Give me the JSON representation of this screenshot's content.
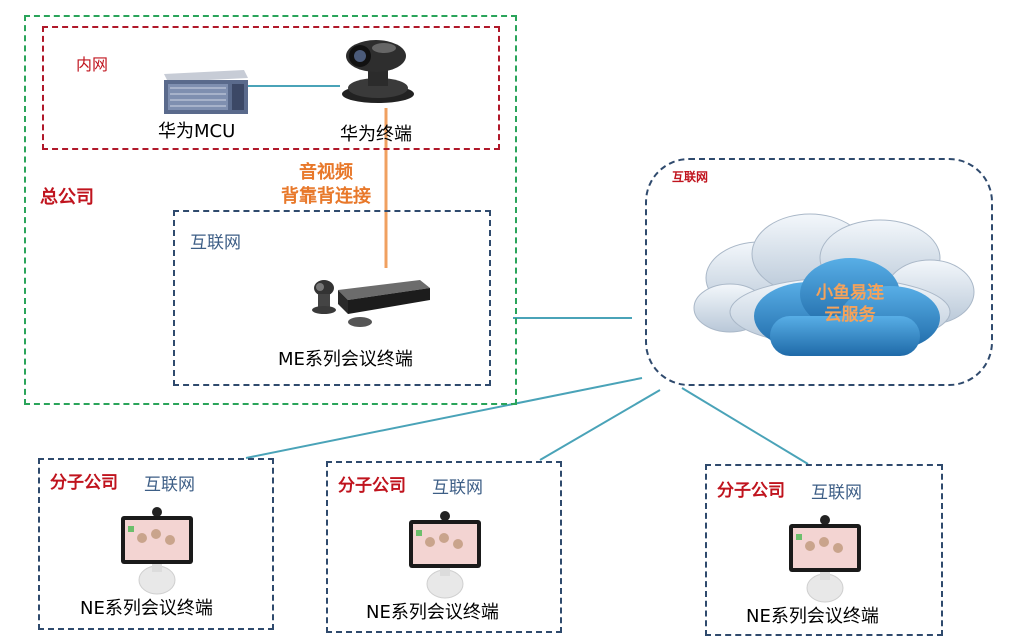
{
  "hq": {
    "label": "总公司",
    "intranet": {
      "label": "内网",
      "mcu_label": "华为MCU",
      "terminal_label": "华为终端"
    },
    "link_label_line1": "音视频",
    "link_label_line2": "背靠背连接",
    "internet": {
      "label": "互联网",
      "device_label": "ME系列会议终端"
    }
  },
  "cloud": {
    "zone_label": "互联网",
    "name_line1": "小鱼易连",
    "name_line2": "云服务"
  },
  "branches": [
    {
      "title": "分子公司",
      "net_label": "互联网",
      "device_label": "NE系列会议终端"
    },
    {
      "title": "分子公司",
      "net_label": "互联网",
      "device_label": "NE系列会议终端"
    },
    {
      "title": "分子公司",
      "net_label": "互联网",
      "device_label": "NE系列会议终端"
    }
  ],
  "colors": {
    "hq_border": "#2aa45a",
    "intranet_border": "#b0182a",
    "internet_border": "#2f4a6d",
    "connector": "#4aa3b8",
    "av_link": "#f0a060",
    "cloud_fill": "#2e86c9"
  }
}
